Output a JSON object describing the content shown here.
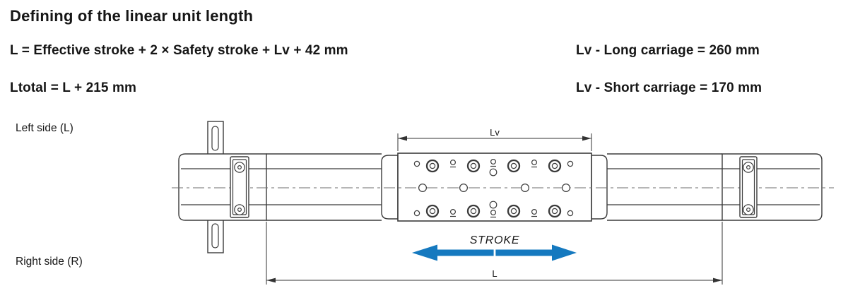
{
  "header": {
    "title": "Defining of the linear unit length",
    "formula_l": "L = Effective stroke + 2 × Safety stroke + Lv + 42 mm",
    "formula_ltotal": "Ltotal = L + 215 mm",
    "lv_long": "Lv - Long carriage = 260 mm",
    "lv_short": "Lv - Short carriage = 170 mm"
  },
  "diagram": {
    "left_side_label": "Left side (L)",
    "right_side_label": "Right side (R)",
    "dim_lv": "Lv",
    "dim_l": "L",
    "stroke_label": "STROKE",
    "colors": {
      "stroke_arrow_blue": "#1579bf",
      "drawing_line": "#3b3b3b"
    }
  }
}
